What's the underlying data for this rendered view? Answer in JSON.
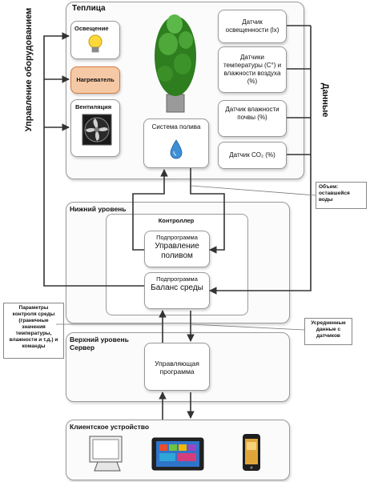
{
  "greenhouse": {
    "title": "Теплица",
    "lighting": "Освещение",
    "heater": "Нагреватель",
    "ventilation": "Вентиляция",
    "watering_system": "Система полива",
    "sensors": [
      "Датчик освещенности (lx)",
      "Датчики температуры (C°) и влажности воздуха (%)",
      "Датчик влажности почвы (%)",
      "Датчик CO₂ (%)"
    ]
  },
  "side_labels": {
    "equipment_control": "Управление оборудованием",
    "data": "Данные"
  },
  "notes": {
    "water_volume": "Объем: оставшейся воды",
    "env_params": "Параметры контроля среды (граничные значения температуры, влажности и т.д.) и команды",
    "averaged_data": "Усредненные данные с датчиков"
  },
  "lower_level": {
    "title": "Нижний уровень",
    "controller": "Контроллер",
    "sub1_caption": "Подпрограмма",
    "sub1_name": "Управление поливом",
    "sub2_caption": "Подпрограмма",
    "sub2_name": "Баланс среды"
  },
  "upper_level": {
    "title_line1": "Верхний уровень",
    "title_line2": "Сервер",
    "control_program": "Управляющая программа"
  },
  "client": {
    "title": "Клиентское устройство"
  },
  "colors": {
    "heater_fill": "#f6c9a6",
    "heater_border": "#d47a3c",
    "panel_border": "#9a9a9a",
    "arrow": "#333333"
  }
}
